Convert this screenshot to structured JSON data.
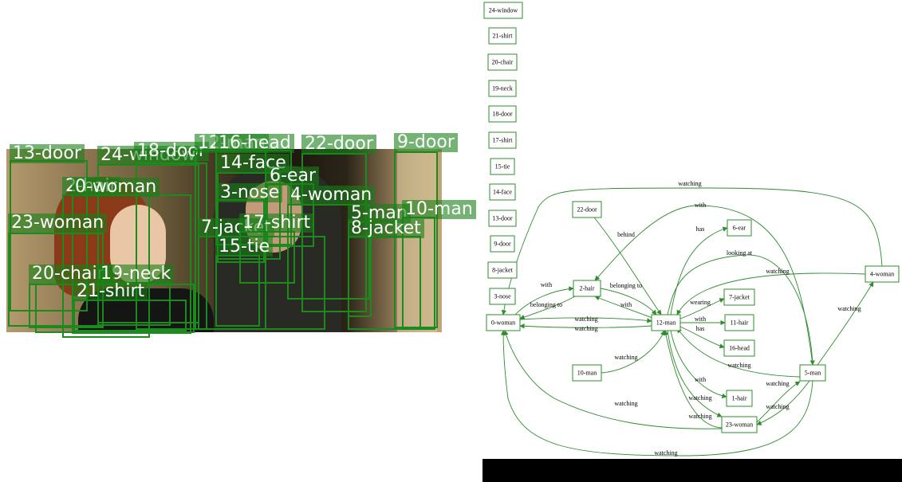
{
  "colors": {
    "accent": "#2e8b2e",
    "label_bg": "#188018"
  },
  "detections": [
    {
      "label": "13-door"
    },
    {
      "label": "24-window"
    },
    {
      "label": "18-door"
    },
    {
      "label": "12-man"
    },
    {
      "label": "16-head"
    },
    {
      "label": "22-door"
    },
    {
      "label": "9-door"
    },
    {
      "label": "14-face"
    },
    {
      "label": "6-ear"
    },
    {
      "label": "2-hair"
    },
    {
      "label": "0-woman"
    },
    {
      "label": "3-nose"
    },
    {
      "label": "4-woman"
    },
    {
      "label": "23-woman"
    },
    {
      "label": "5-man"
    },
    {
      "label": "10-man"
    },
    {
      "label": "7-jacket"
    },
    {
      "label": "17-shirt"
    },
    {
      "label": "8-jacket"
    },
    {
      "label": "15-tie"
    },
    {
      "label": "20-chair"
    },
    {
      "label": "19-neck"
    },
    {
      "label": "1"
    },
    {
      "label": "21-shirt"
    }
  ],
  "graph": {
    "nodes": [
      {
        "id": "24-window"
      },
      {
        "id": "21-shirt"
      },
      {
        "id": "20-chair"
      },
      {
        "id": "19-neck"
      },
      {
        "id": "18-door"
      },
      {
        "id": "17-shirt"
      },
      {
        "id": "15-tie"
      },
      {
        "id": "14-face"
      },
      {
        "id": "13-door"
      },
      {
        "id": "9-door"
      },
      {
        "id": "8-jacket"
      },
      {
        "id": "3-nose"
      },
      {
        "id": "22-door"
      },
      {
        "id": "6-ear"
      },
      {
        "id": "4-woman"
      },
      {
        "id": "2-hair"
      },
      {
        "id": "0-woman"
      },
      {
        "id": "12-man"
      },
      {
        "id": "7-jacket"
      },
      {
        "id": "11-hair"
      },
      {
        "id": "16-head"
      },
      {
        "id": "10-man"
      },
      {
        "id": "5-man"
      },
      {
        "id": "1-hair"
      },
      {
        "id": "23-woman"
      }
    ],
    "edges": [
      {
        "from": "4-woman",
        "to": "0-woman",
        "label": "watching"
      },
      {
        "from": "5-man",
        "to": "2-hair",
        "label": "with"
      },
      {
        "from": "22-door",
        "to": "12-man",
        "label": "behind"
      },
      {
        "from": "12-man",
        "to": "6-ear",
        "label": "has"
      },
      {
        "from": "12-man",
        "to": "5-man",
        "label": "looking at"
      },
      {
        "from": "0-woman",
        "to": "2-hair",
        "label": "with"
      },
      {
        "from": "2-hair",
        "to": "12-man",
        "label": "belonging to"
      },
      {
        "from": "4-woman",
        "to": "12-man",
        "label": "watching"
      },
      {
        "from": "2-hair",
        "to": "0-woman",
        "label": "belonging to"
      },
      {
        "from": "12-man",
        "to": "2-hair",
        "label": "with"
      },
      {
        "from": "12-man",
        "to": "7-jacket",
        "label": "wearing"
      },
      {
        "from": "0-woman",
        "to": "12-man",
        "label": "watching"
      },
      {
        "from": "12-man",
        "to": "0-woman",
        "label": "watching"
      },
      {
        "from": "12-man",
        "to": "11-hair",
        "label": "with"
      },
      {
        "from": "12-man",
        "to": "16-head",
        "label": "has"
      },
      {
        "from": "10-man",
        "to": "12-man",
        "label": "watching"
      },
      {
        "from": "5-man",
        "to": "12-man",
        "label": "watching"
      },
      {
        "from": "5-man",
        "to": "4-woman",
        "label": "watching"
      },
      {
        "from": "12-man",
        "to": "1-hair",
        "label": "with"
      },
      {
        "from": "23-woman",
        "to": "5-man",
        "label": "watching"
      },
      {
        "from": "5-man",
        "to": "23-woman",
        "label": "watching"
      },
      {
        "from": "12-man",
        "to": "23-woman",
        "label": "watching"
      },
      {
        "from": "23-woman",
        "to": "12-man",
        "label": "watching"
      },
      {
        "from": "23-woman",
        "to": "0-woman",
        "label": "watching"
      },
      {
        "from": "5-man",
        "to": "0-woman",
        "label": "watching"
      }
    ]
  }
}
